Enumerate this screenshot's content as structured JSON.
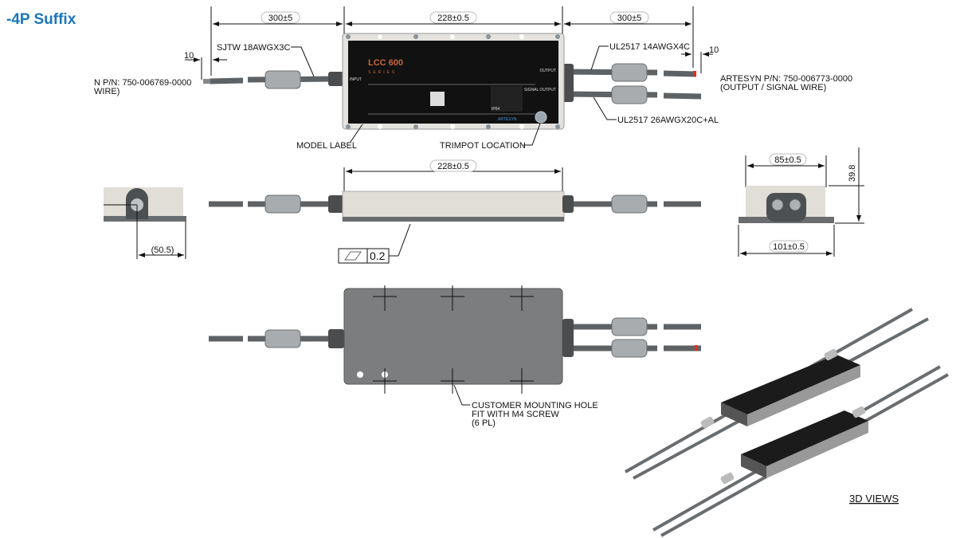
{
  "title": "-4P Suffix",
  "top_view": {
    "dim_left_cable": "300±5",
    "dim_body": "228±0.5",
    "dim_right_cable": "300±5",
    "strip_left": "10",
    "strip_right": "10",
    "input_cable": "SJTW 18AWGX3C",
    "input_pn_line1": "N P/N: 750-006769-0000",
    "input_pn_line2": "WIRE)",
    "output_cable": "UL2517 14AWGX4C",
    "signal_cable": "UL2517 26AWGX20C+AL",
    "output_pn_line1": "ARTESYN P/N: 750-006773-0000",
    "output_pn_line2": "(OUTPUT / SIGNAL WIRE)",
    "model_label": "MODEL LABEL",
    "trimpot": "TRIMPOT LOCATION",
    "label": {
      "logo_line1": "LCC 600",
      "logo_line2": "SERIES",
      "input": "INPUT",
      "output": "OUTPUT",
      "signal_output": "SIGNAL OUTPUT",
      "ip_rating": "IP64",
      "brand": "ARTESYN"
    }
  },
  "side_view": {
    "dim_body": "228±0.5",
    "dim_connector": "(50.5)",
    "flatness": "0.2"
  },
  "end_view": {
    "dim_top": "85±0.5",
    "dim_height": "39.8",
    "dim_bottom": "101±0.5"
  },
  "bottom_view": {
    "note_line1": "CUSTOMER MOUNTING HOLE",
    "note_line2": "FIT WITH M4 SCREW",
    "note_line3": "(6 PL)"
  },
  "views_label": "3D VIEWS"
}
